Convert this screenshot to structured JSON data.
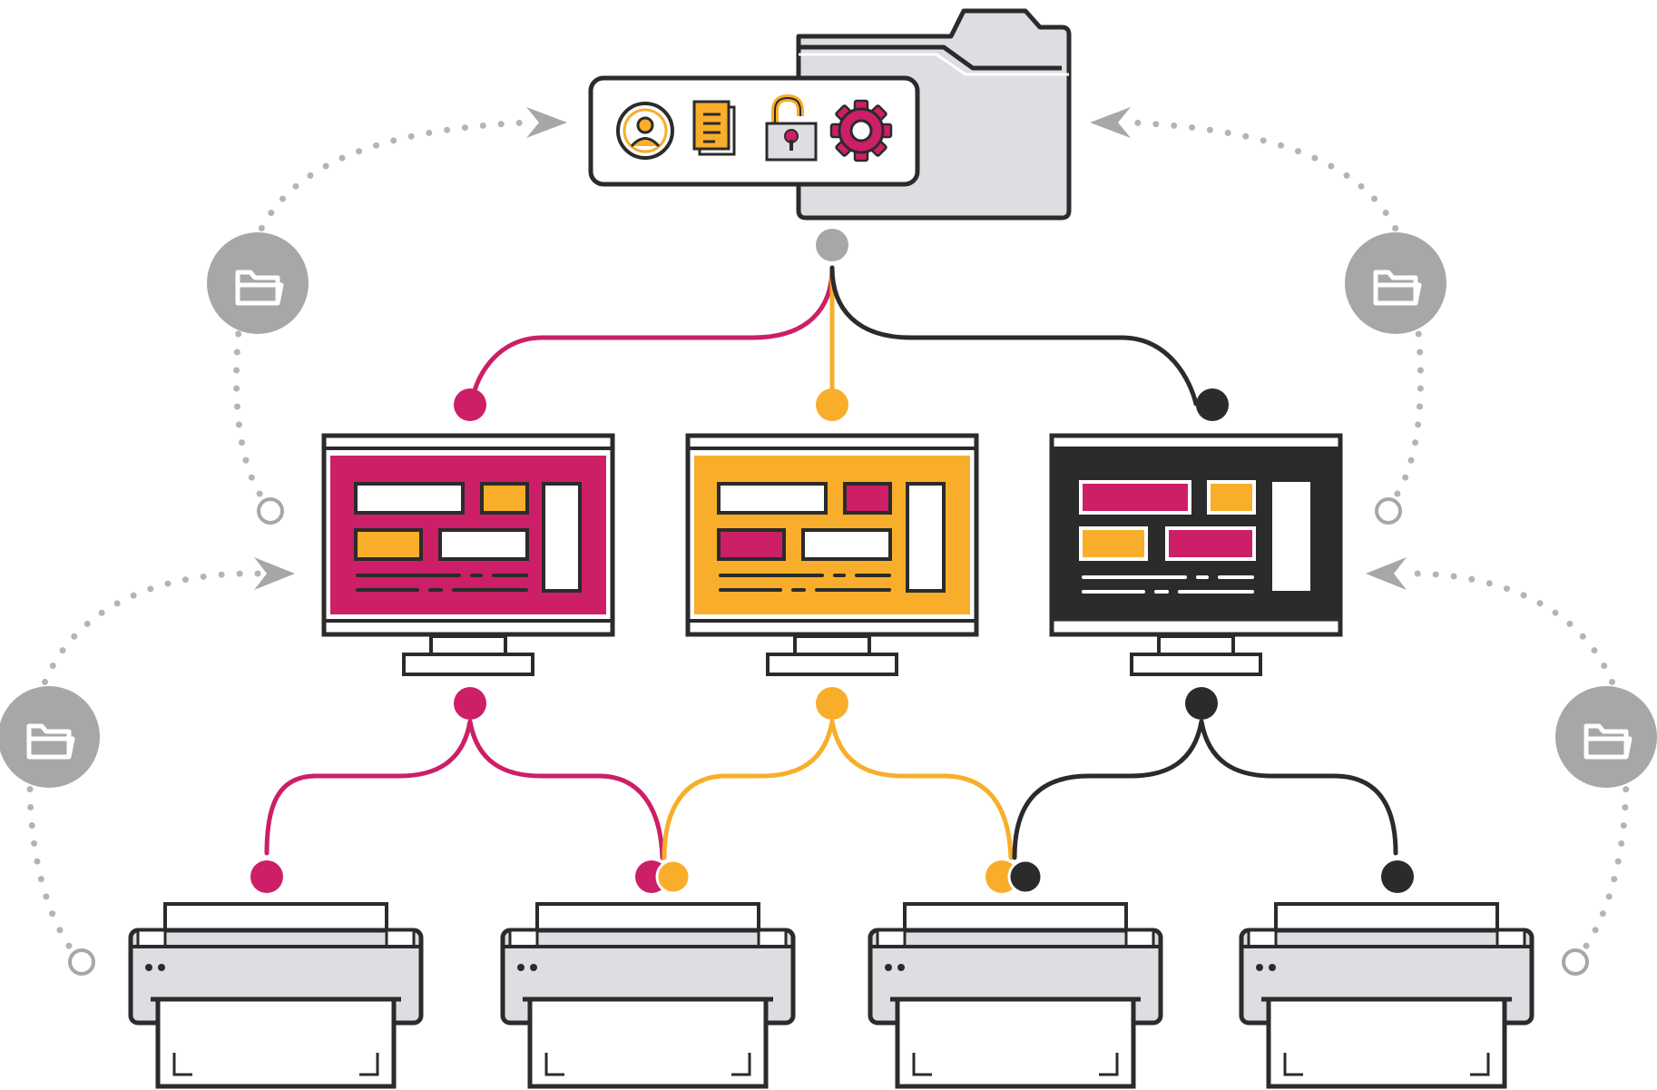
{
  "colors": {
    "magenta": "#CC1F67",
    "amber": "#F8AE2A",
    "dark": "#2B2B2B",
    "gray": "#A6A7A9",
    "light_gray": "#DDDEE2",
    "white": "#FFFFFF"
  },
  "server": {
    "folder_icon": "folder-icon",
    "panel_icons": [
      "user-icon",
      "document-icon",
      "unlock-icon",
      "gear-icon"
    ]
  },
  "computers": [
    {
      "name": "computer-magenta",
      "theme": "magenta"
    },
    {
      "name": "computer-amber",
      "theme": "amber"
    },
    {
      "name": "computer-dark",
      "theme": "dark"
    }
  ],
  "printers": [
    {
      "name": "printer-1"
    },
    {
      "name": "printer-2"
    },
    {
      "name": "printer-3"
    },
    {
      "name": "printer-4"
    }
  ],
  "connections": [
    {
      "from": "server",
      "to": "computer-magenta",
      "color": "magenta"
    },
    {
      "from": "server",
      "to": "computer-amber",
      "color": "amber"
    },
    {
      "from": "server",
      "to": "computer-dark",
      "color": "dark"
    },
    {
      "from": "computer-magenta",
      "to": "printer-1",
      "color": "magenta"
    },
    {
      "from": "computer-magenta",
      "to": "printer-2",
      "color": "magenta"
    },
    {
      "from": "computer-amber",
      "to": "printer-2",
      "color": "amber"
    },
    {
      "from": "computer-amber",
      "to": "printer-3",
      "color": "amber"
    },
    {
      "from": "computer-dark",
      "to": "printer-3",
      "color": "dark"
    },
    {
      "from": "computer-dark",
      "to": "printer-4",
      "color": "dark"
    }
  ],
  "sync_icons": [
    "folder-icon",
    "folder-icon",
    "folder-icon",
    "folder-icon"
  ]
}
